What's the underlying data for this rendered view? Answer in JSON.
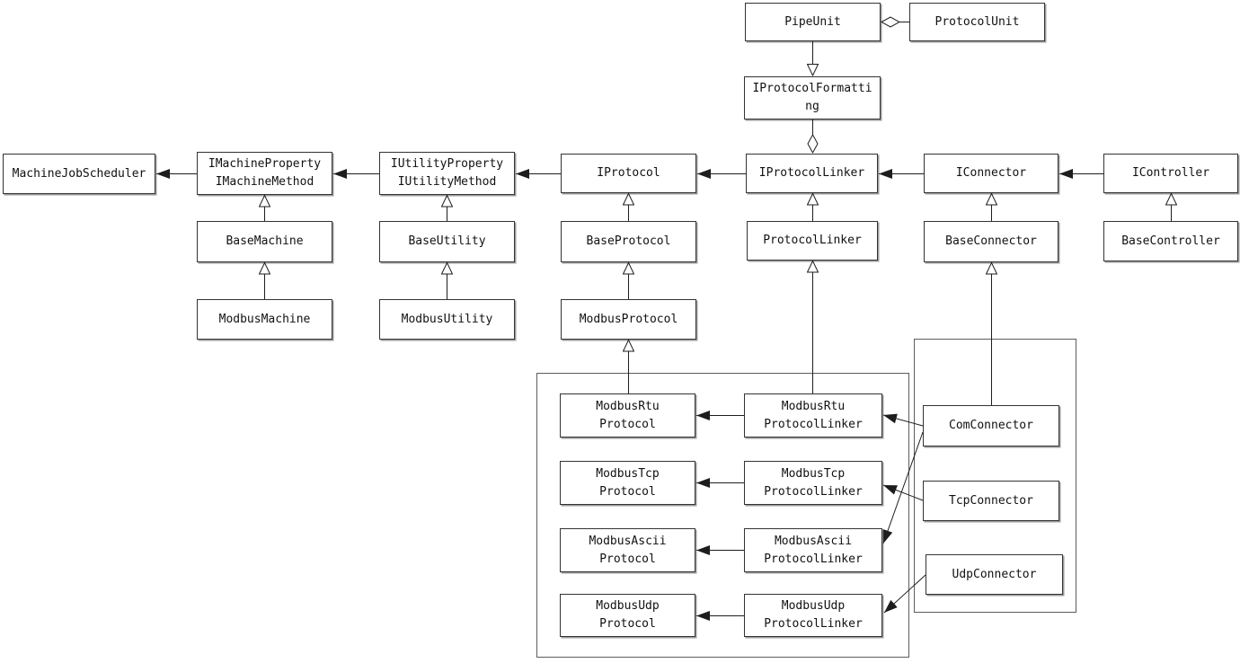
{
  "diagram": {
    "colors": {
      "background": "#ffffff",
      "line": "#1d1d1d",
      "box_border": "#333333",
      "box_fill": "#ffffff",
      "box_shadow": "#9c9c9c",
      "group_border": "#5c5c5c"
    },
    "nodes": {
      "pipeUnit": {
        "label": "PipeUnit"
      },
      "protocolUnit": {
        "label": "ProtocolUnit"
      },
      "iProtocolFormatting": {
        "label": "IProtocolFormatti\nng"
      },
      "machineJobScheduler": {
        "label": "MachineJobScheduler"
      },
      "iMachineProperty": {
        "label": "IMachineProperty\nIMachineMethod"
      },
      "iUtilityProperty": {
        "label": "IUtilityProperty\nIUtilityMethod"
      },
      "iProtocol": {
        "label": "IProtocol"
      },
      "iProtocolLinker": {
        "label": "IProtocolLinker"
      },
      "iConnector": {
        "label": "IConnector"
      },
      "iController": {
        "label": "IController"
      },
      "baseMachine": {
        "label": "BaseMachine"
      },
      "baseUtility": {
        "label": "BaseUtility"
      },
      "baseProtocol": {
        "label": "BaseProtocol"
      },
      "protocolLinker": {
        "label": "ProtocolLinker"
      },
      "baseConnector": {
        "label": "BaseConnector"
      },
      "baseController": {
        "label": "BaseController"
      },
      "modbusMachine": {
        "label": "ModbusMachine"
      },
      "modbusUtility": {
        "label": "ModbusUtility"
      },
      "modbusProtocol": {
        "label": "ModbusProtocol"
      },
      "modbusRtuProtocol": {
        "label": "ModbusRtu\nProtocol"
      },
      "modbusTcpProtocol": {
        "label": "ModbusTcp\nProtocol"
      },
      "modbusAsciiProtocol": {
        "label": "ModbusAscii\nProtocol"
      },
      "modbusUdpProtocol": {
        "label": "ModbusUdp\nProtocol"
      },
      "modbusRtuProtocolLinker": {
        "label": "ModbusRtu\nProtocolLinker"
      },
      "modbusTcpProtocolLinker": {
        "label": "ModbusTcp\nProtocolLinker"
      },
      "modbusAsciiProtocolLinker": {
        "label": "ModbusAscii\nProtocolLinker"
      },
      "modbusUdpProtocolLinker": {
        "label": "ModbusUdp\nProtocolLinker"
      },
      "comConnector": {
        "label": "ComConnector"
      },
      "tcpConnector": {
        "label": "TcpConnector"
      },
      "udpConnector": {
        "label": "UdpConnector"
      }
    },
    "edges": [
      {
        "from": "ProtocolUnit",
        "to": "PipeUnit",
        "type": "aggregation"
      },
      {
        "from": "PipeUnit",
        "to": "IProtocolFormatting",
        "type": "generalization"
      },
      {
        "from": "IProtocolLinker",
        "to": "IProtocolFormatting",
        "type": "aggregation"
      },
      {
        "from": "IMachineProperty/IMachineMethod",
        "to": "MachineJobScheduler",
        "type": "dependency"
      },
      {
        "from": "IUtilityProperty/IUtilityMethod",
        "to": "IMachineProperty/IMachineMethod",
        "type": "dependency"
      },
      {
        "from": "IProtocol",
        "to": "IUtilityProperty/IUtilityMethod",
        "type": "dependency"
      },
      {
        "from": "IProtocolLinker",
        "to": "IProtocol",
        "type": "dependency"
      },
      {
        "from": "IConnector",
        "to": "IProtocolLinker",
        "type": "dependency"
      },
      {
        "from": "IController",
        "to": "IConnector",
        "type": "dependency"
      },
      {
        "from": "BaseMachine",
        "to": "IMachineProperty/IMachineMethod",
        "type": "generalization"
      },
      {
        "from": "ModbusMachine",
        "to": "BaseMachine",
        "type": "generalization"
      },
      {
        "from": "BaseUtility",
        "to": "IUtilityProperty/IUtilityMethod",
        "type": "generalization"
      },
      {
        "from": "ModbusUtility",
        "to": "BaseUtility",
        "type": "generalization"
      },
      {
        "from": "BaseProtocol",
        "to": "IProtocol",
        "type": "generalization"
      },
      {
        "from": "ModbusProtocol",
        "to": "BaseProtocol",
        "type": "generalization"
      },
      {
        "from": "ModbusRtuProtocol",
        "to": "ModbusProtocol",
        "type": "generalization"
      },
      {
        "from": "ProtocolLinker",
        "to": "IProtocolLinker",
        "type": "generalization"
      },
      {
        "from": "ModbusRtuProtocolLinker",
        "to": "ProtocolLinker",
        "type": "generalization"
      },
      {
        "from": "BaseConnector",
        "to": "IConnector",
        "type": "generalization"
      },
      {
        "from": "ComConnector",
        "to": "BaseConnector",
        "type": "generalization"
      },
      {
        "from": "BaseController",
        "to": "IController",
        "type": "generalization"
      },
      {
        "from": "ModbusRtuProtocolLinker",
        "to": "ModbusRtuProtocol",
        "type": "dependency"
      },
      {
        "from": "ModbusTcpProtocolLinker",
        "to": "ModbusTcpProtocol",
        "type": "dependency"
      },
      {
        "from": "ModbusAsciiProtocolLinker",
        "to": "ModbusAsciiProtocol",
        "type": "dependency"
      },
      {
        "from": "ModbusUdpProtocolLinker",
        "to": "ModbusUdpProtocol",
        "type": "dependency"
      },
      {
        "from": "ComConnector",
        "to": "ModbusRtuProtocolLinker",
        "type": "dependency"
      },
      {
        "from": "ComConnector",
        "to": "ModbusAsciiProtocolLinker",
        "type": "dependency"
      },
      {
        "from": "TcpConnector",
        "to": "ModbusTcpProtocolLinker",
        "type": "dependency"
      },
      {
        "from": "UdpConnector",
        "to": "ModbusUdpProtocolLinker",
        "type": "dependency"
      }
    ]
  }
}
